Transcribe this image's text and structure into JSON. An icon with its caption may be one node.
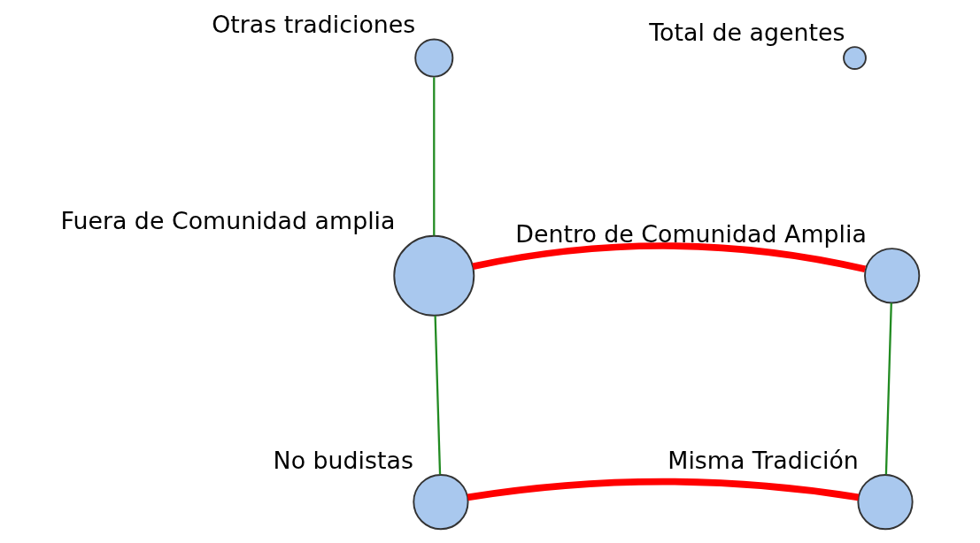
{
  "diagram": {
    "nodes": [
      {
        "text": [],
        "shape": "circle",
        "beside": [
          "Otras tradiciones"
        ]
      },
      {
        "text": [],
        "shape": "circle",
        "beside": [
          "Fuera de Comunidad amplia"
        ]
      },
      {
        "text": [],
        "shape": "circle",
        "beside": [
          "Total de agentes"
        ]
      },
      {
        "text": [],
        "shape": "circle",
        "beside": [
          "Dentro de Comunidad Amplia"
        ]
      },
      {
        "text": [],
        "shape": "circle",
        "beside": [
          "Misma Tradición"
        ]
      },
      {
        "text": [],
        "shape": "circle",
        "beside": [
          "No budistas"
        ]
      }
    ],
    "edges": [
      {
        "from": 0,
        "to": 1,
        "arrow": "none"
      },
      {
        "from": 1,
        "to": 3,
        "arrow": "none",
        "style": "thick",
        "color": "#ff0000"
      },
      {
        "from": 1,
        "to": 5,
        "arrow": "none"
      },
      {
        "from": 3,
        "to": 4,
        "arrow": "none"
      },
      {
        "from": 4,
        "to": 5,
        "arrow": "none",
        "style": "thick",
        "color": "#ff0000"
      }
    ]
  }
}
